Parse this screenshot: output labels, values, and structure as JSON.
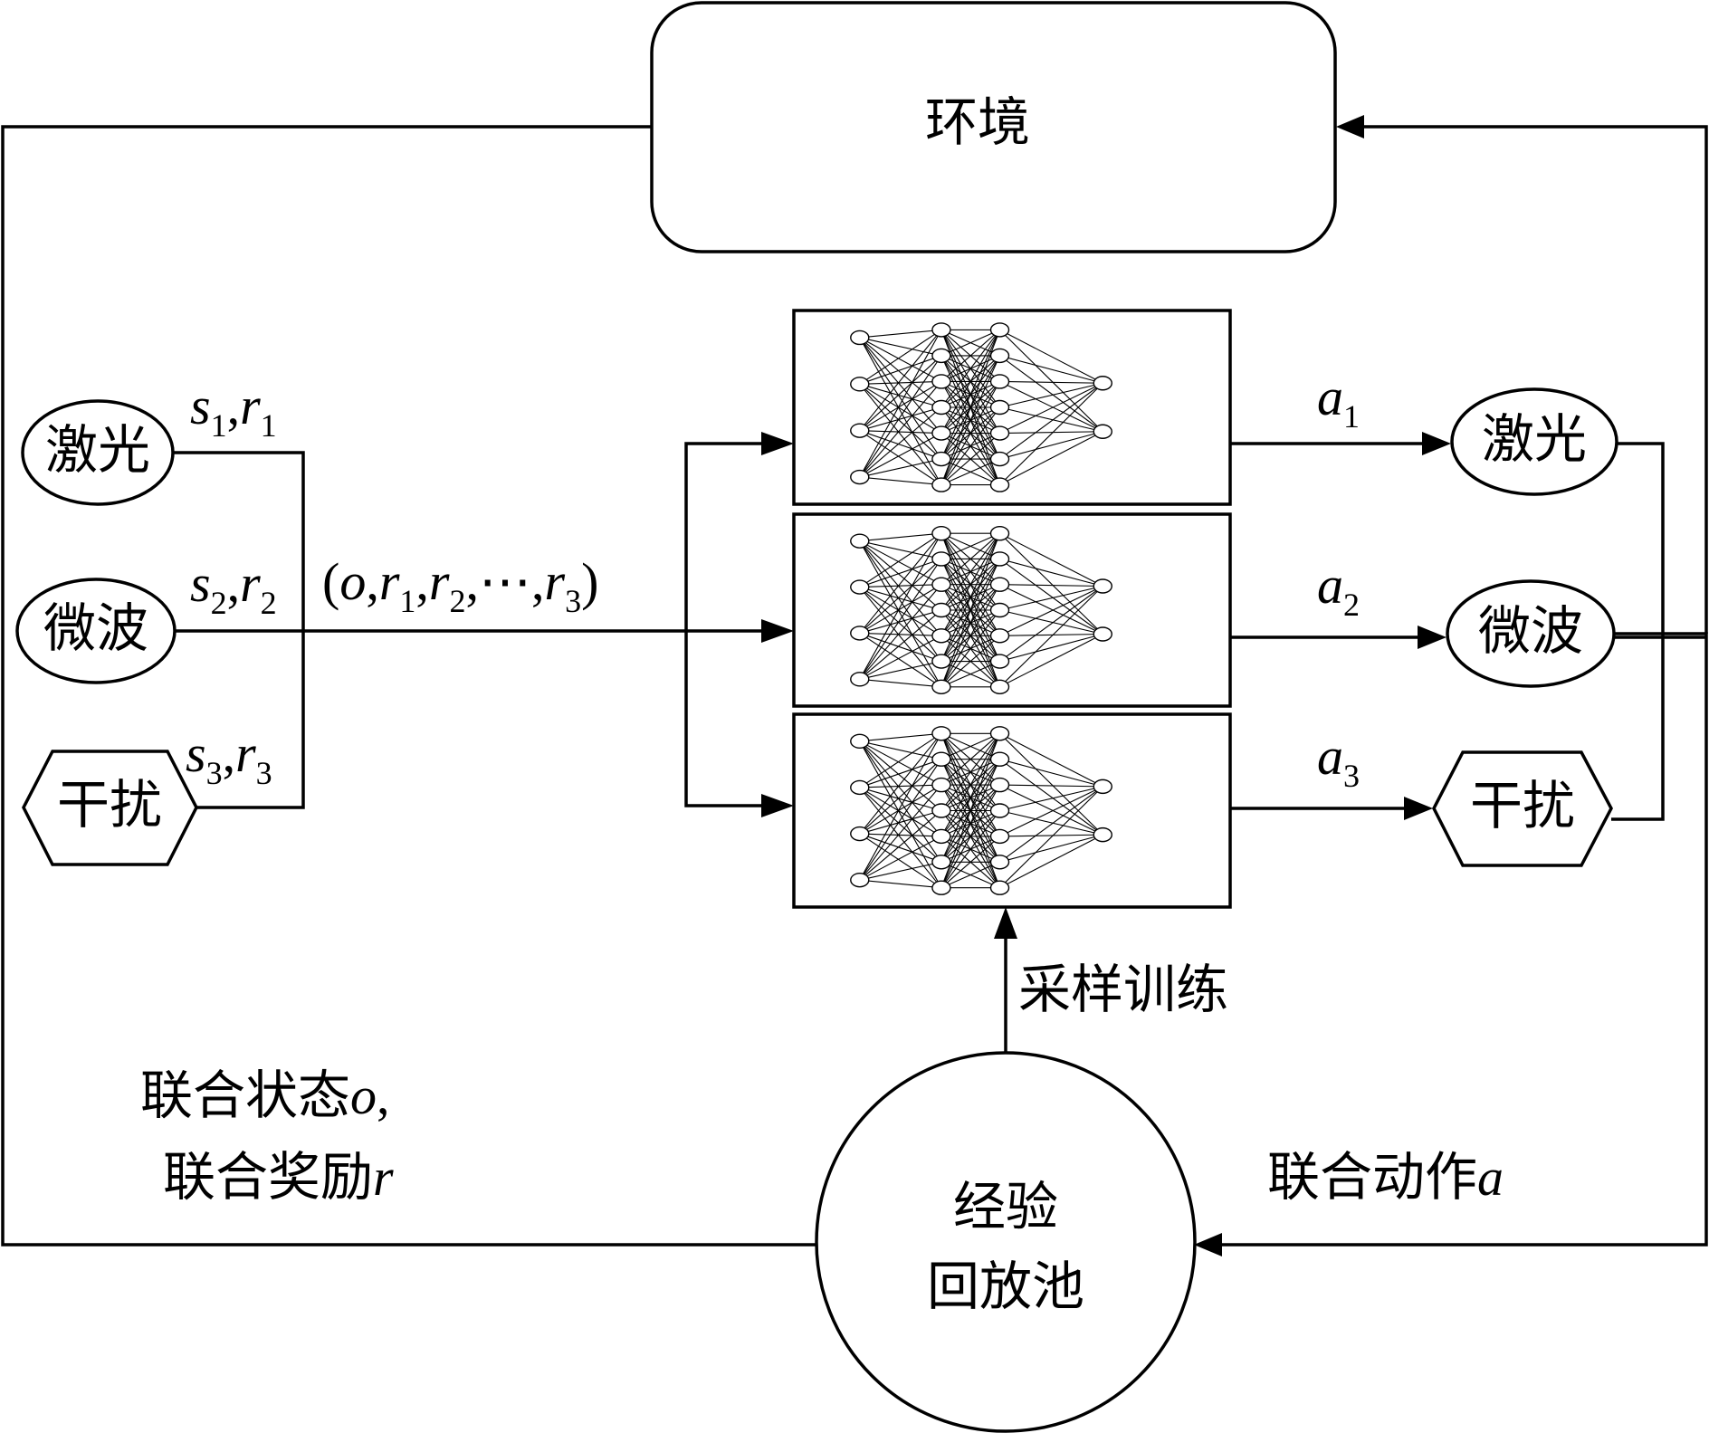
{
  "environment": {
    "label": "环境"
  },
  "left_agents": [
    {
      "label": "激光",
      "shape": "ellipse",
      "state": "s",
      "reward": "r",
      "index": "1"
    },
    {
      "label": "微波",
      "shape": "ellipse",
      "state": "s",
      "reward": "r",
      "index": "2"
    },
    {
      "label": "干扰",
      "shape": "hexagon",
      "state": "s",
      "reward": "r",
      "index": "3"
    }
  ],
  "right_agents": [
    {
      "label": "激光",
      "shape": "ellipse",
      "action": "a",
      "index": "1"
    },
    {
      "label": "微波",
      "shape": "ellipse",
      "action": "a",
      "index": "2"
    },
    {
      "label": "干扰",
      "shape": "hexagon",
      "action": "a",
      "index": "3"
    }
  ],
  "joint_tuple": {
    "open": "(",
    "o": "o",
    "comma": ",",
    "r": "r",
    "ellipsis": "⋯",
    "close": ")",
    "indices": [
      "1",
      "2",
      "3"
    ]
  },
  "networks": {
    "count": 3,
    "layers": [
      4,
      7,
      7,
      2
    ]
  },
  "sampling": {
    "label": "采样训练"
  },
  "replay_buffer": {
    "line1": "经验",
    "line2": "回放池"
  },
  "joint_state_reward": {
    "line1_text": "联合状态",
    "line1_var": "o",
    "line1_punct": ",",
    "line2_text": "联合奖励",
    "line2_var": "r"
  },
  "joint_action": {
    "text": "联合动作",
    "var": "a"
  }
}
